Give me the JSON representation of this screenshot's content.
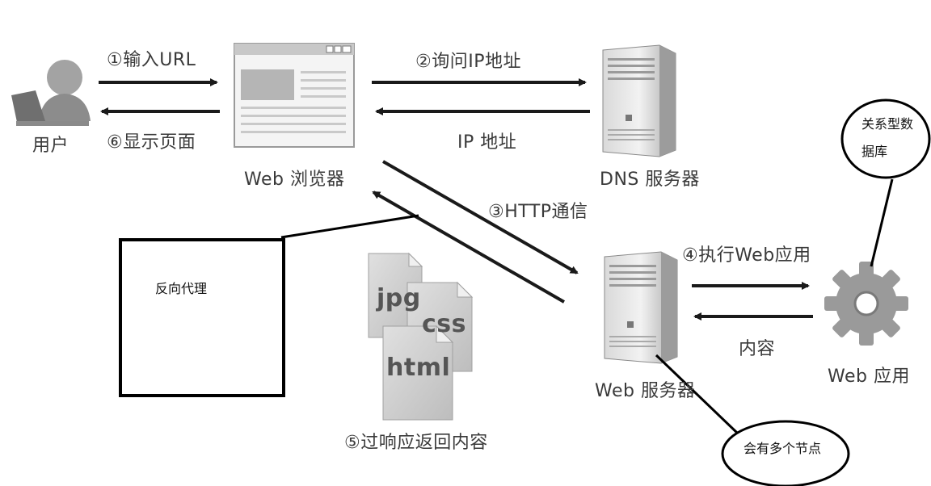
{
  "labels": {
    "user": "用户",
    "step1": "①输入URL",
    "step6": "⑥显示页面",
    "browser": "Web 浏览器",
    "step2": "②询问IP地址",
    "ip_reply": "IP 地址",
    "dns": "DNS 服务器",
    "step3": "③HTTP通信",
    "step4": "④执行Web应用",
    "content": "内容",
    "web_server": "Web 服务器",
    "web_app": "Web 应用",
    "step5": "⑤过响应返回内容",
    "file_jpg": "jpg",
    "file_css": "css",
    "file_html": "html"
  },
  "annotations": {
    "reverse_proxy": "反向代理",
    "relational_db_line1": "关系型数",
    "relational_db_line2": "据库",
    "multi_node": "会有多个节点"
  },
  "colors": {
    "arrow": "#1a1a1a",
    "icon_gray": "#9a9a9a",
    "icon_dark": "#6e6e6e",
    "ink": "#000000"
  }
}
